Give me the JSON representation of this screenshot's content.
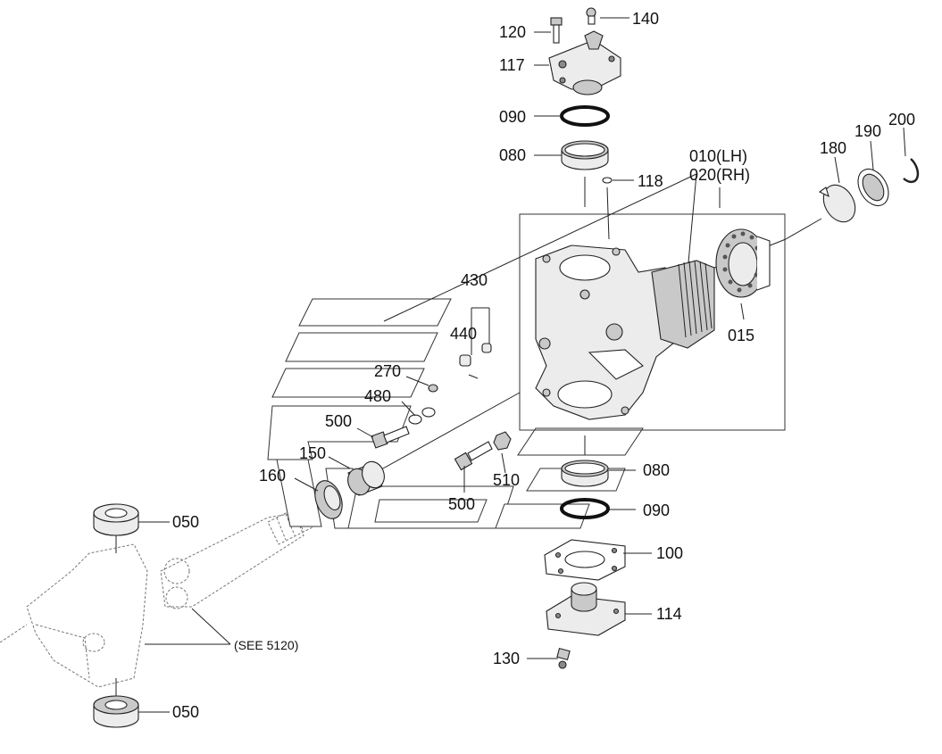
{
  "callouts": {
    "p010": "010(LH)",
    "p020": "020(RH)",
    "p015": "015",
    "p050_top": "050",
    "p050_bottom": "050",
    "p080_top": "080",
    "p080_bottom": "080",
    "p090_top": "090",
    "p090_bottom": "090",
    "p100": "100",
    "p114": "114",
    "p117": "117",
    "p118": "118",
    "p120": "120",
    "p130": "130",
    "p140": "140",
    "p150": "150",
    "p160": "160",
    "p180": "180",
    "p190": "190",
    "p200": "200",
    "p270": "270",
    "p430": "430",
    "p440": "440",
    "p480": "480",
    "p500_a": "500",
    "p500_b": "500",
    "p510": "510",
    "see_ref": "(SEE 5120)"
  }
}
